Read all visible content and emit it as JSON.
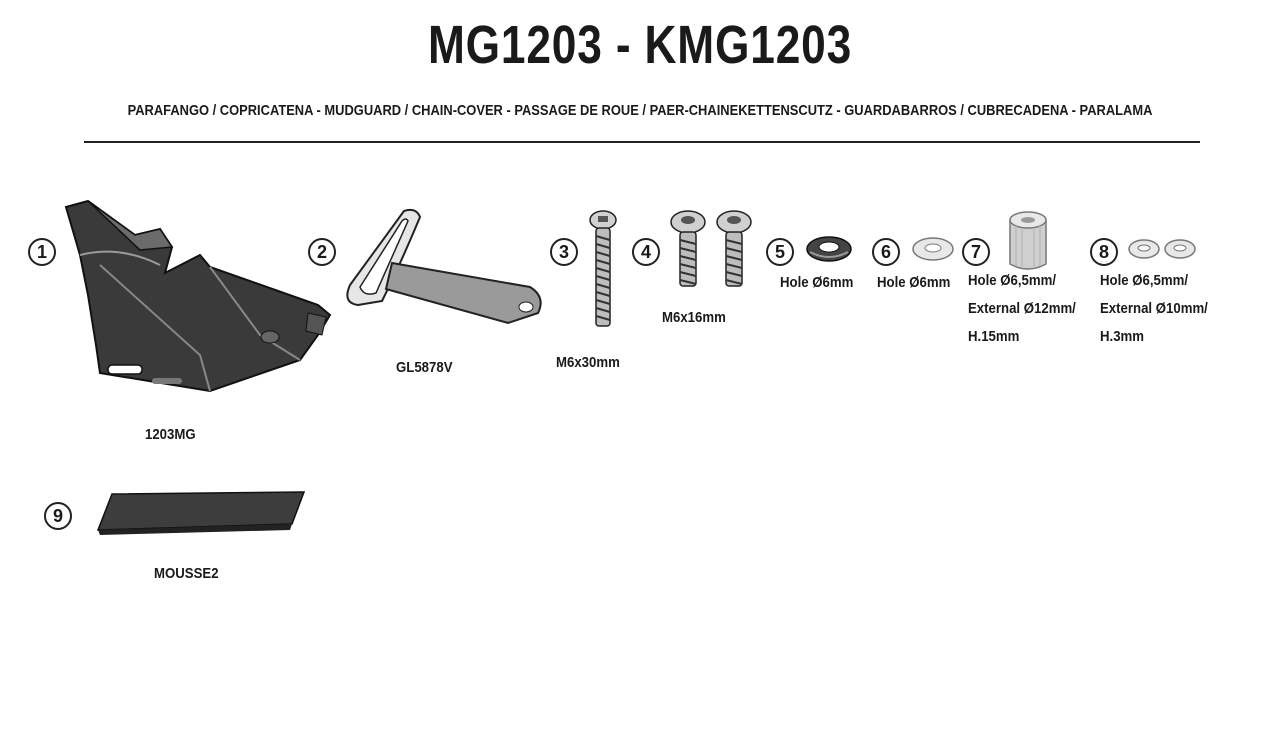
{
  "header": {
    "title": "MG1203 - KMG1203",
    "subtitle": "PARAFANGO / COPRICATENA - MUDGUARD / CHAIN-COVER - PASSAGE DE ROUE / PAER-CHAINEKETTENSCUTZ - GUARDABARROS / CUBRECADENA - PARALAMA"
  },
  "parts": [
    {
      "number": "1",
      "code": "1203MG",
      "icon": "mudguard-icon"
    },
    {
      "number": "2",
      "code": "GL5878V",
      "icon": "bracket-icon"
    },
    {
      "number": "3",
      "code": "M6x30mm",
      "icon": "screw-icon"
    },
    {
      "number": "4",
      "code": "M6x16mm",
      "icon": "screw-icon"
    },
    {
      "number": "5",
      "lines": [
        "Hole Ø6mm"
      ],
      "icon": "lock-washer-icon"
    },
    {
      "number": "6",
      "lines": [
        "Hole Ø6mm"
      ],
      "icon": "washer-icon"
    },
    {
      "number": "7",
      "lines": [
        "Hole Ø6,5mm/",
        "External Ø12mm/",
        "H.15mm"
      ],
      "icon": "spacer-icon"
    },
    {
      "number": "8",
      "lines": [
        "Hole Ø6,5mm/",
        "External Ø10mm/",
        "H.3mm"
      ],
      "icon": "spacer-ring-icon"
    },
    {
      "number": "9",
      "code": "MOUSSE2",
      "icon": "foam-pad-icon"
    }
  ]
}
